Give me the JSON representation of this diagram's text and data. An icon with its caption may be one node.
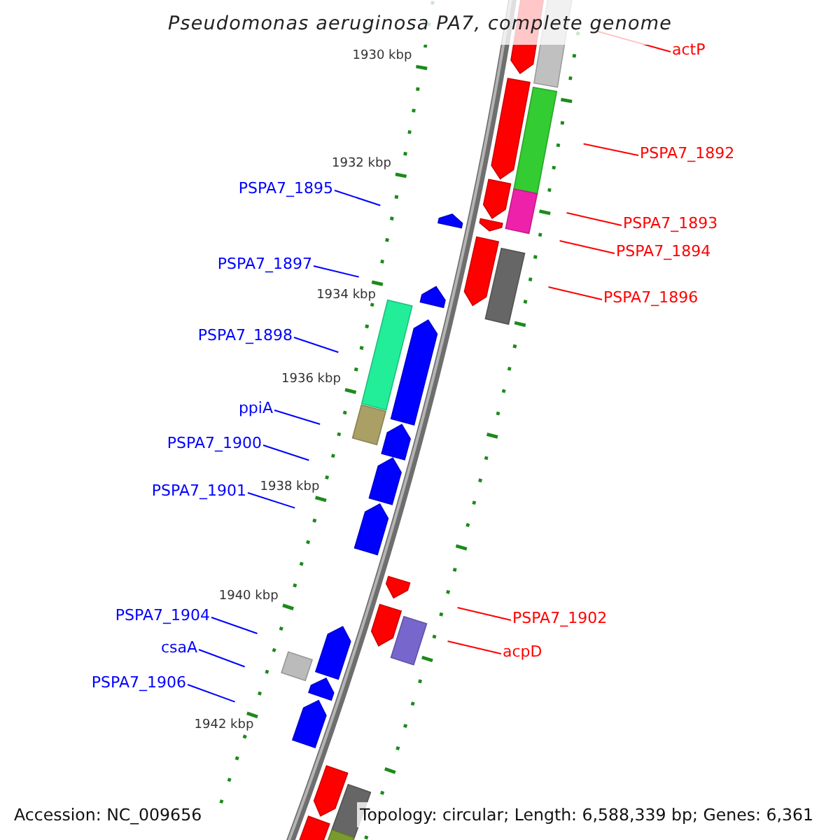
{
  "diagram": {
    "title": "Pseudomonas aeruginosa PA7, complete genome",
    "nodes": [
      {
        "text": [
          "actP"
        ]
      },
      {
        "text": [
          "PSPA7_1892"
        ]
      },
      {
        "text": [
          "PSPA7_1895"
        ]
      },
      {
        "text": [
          "PSPA7_1893"
        ]
      },
      {
        "text": [
          "PSPA7_1894"
        ]
      },
      {
        "text": [
          "PSPA7_1897"
        ]
      },
      {
        "text": [
          "PSPA7_1896"
        ]
      },
      {
        "text": [
          "PSPA7_1898"
        ]
      },
      {
        "text": [
          "ppiA"
        ]
      },
      {
        "text": [
          "PSPA7_1900"
        ]
      },
      {
        "text": [
          "PSPA7_1901"
        ]
      },
      {
        "text": [
          "PSPA7_1904"
        ]
      },
      {
        "text": [
          "PSPA7_1902"
        ]
      },
      {
        "text": [
          "csaA"
        ]
      },
      {
        "text": [
          "acpD"
        ]
      },
      {
        "text": [
          "PSPA7_1906"
        ]
      },
      {
        "text": [],
        "shape": "arrow"
      },
      {
        "text": [],
        "shape": "box"
      },
      {
        "text": [],
        "shape": "arrow"
      },
      {
        "text": [],
        "shape": "box"
      },
      {
        "text": [],
        "shape": "arrow"
      },
      {
        "text": [],
        "shape": "box"
      },
      {
        "text": [],
        "shape": "arrow"
      },
      {
        "text": [],
        "shape": "arrow"
      },
      {
        "text": [],
        "shape": "arrow"
      },
      {
        "text": [],
        "shape": "box"
      },
      {
        "text": [],
        "shape": "arrow"
      },
      {
        "text": [],
        "shape": "box"
      },
      {
        "text": [],
        "shape": "arrow"
      },
      {
        "text": [],
        "shape": "box"
      },
      {
        "text": [],
        "shape": "arrow"
      },
      {
        "text": [],
        "shape": "arrow"
      },
      {
        "text": [],
        "shape": "arrow"
      },
      {
        "text": [],
        "shape": "arrow"
      },
      {
        "text": [],
        "shape": "arrow"
      },
      {
        "text": [],
        "shape": "box"
      },
      {
        "text": [],
        "shape": "arrow"
      },
      {
        "text": [],
        "shape": "box"
      },
      {
        "text": [],
        "shape": "arrow"
      },
      {
        "text": [],
        "shape": "arrow"
      },
      {
        "text": [],
        "shape": "arrow"
      },
      {
        "text": [],
        "shape": "box"
      },
      {
        "text": [],
        "shape": "arrow"
      },
      {
        "text": [],
        "shape": "box"
      }
    ],
    "edges": [
      {
        "from": 0,
        "to": null,
        "arrow": "none",
        "color": "#ff0000"
      },
      {
        "from": 1,
        "to": null,
        "arrow": "none",
        "color": "#ff0000"
      },
      {
        "from": 2,
        "to": null,
        "arrow": "none"
      },
      {
        "from": 3,
        "to": null,
        "arrow": "none",
        "color": "#ff0000"
      },
      {
        "from": 4,
        "to": null,
        "arrow": "none",
        "color": "#ff0000"
      },
      {
        "from": 5,
        "to": null,
        "arrow": "none"
      },
      {
        "from": 6,
        "to": null,
        "arrow": "none",
        "color": "#ff0000"
      },
      {
        "from": 7,
        "to": null,
        "arrow": "none"
      },
      {
        "from": 8,
        "to": null,
        "arrow": "none"
      },
      {
        "from": 9,
        "to": null,
        "arrow": "none"
      },
      {
        "from": 10,
        "to": null,
        "arrow": "none"
      },
      {
        "from": 11,
        "to": null,
        "arrow": "none"
      },
      {
        "from": 12,
        "to": null,
        "arrow": "none",
        "color": "#ff0000"
      },
      {
        "from": 13,
        "to": null,
        "arrow": "none"
      },
      {
        "from": 14,
        "to": null,
        "arrow": "none",
        "color": "#ff0000"
      },
      {
        "from": 15,
        "to": null,
        "arrow": "none"
      }
    ],
    "labels": [
      "1930 kbp",
      "1932 kbp",
      "1934 kbp",
      "1936 kbp",
      "1938 kbp",
      "1940 kbp",
      "1942 kbp",
      "Accession: NC_009656",
      "Topology: circular; Length: 6,588,339 bp; Genes: 6,361"
    ]
  }
}
